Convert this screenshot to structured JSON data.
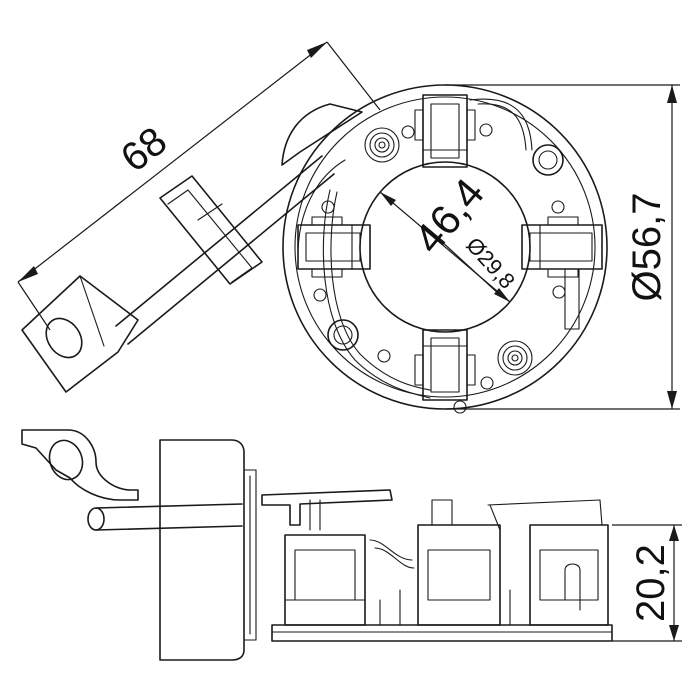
{
  "dimensions": {
    "lead_length": "68",
    "outer_diameter": "Ø56,7",
    "inner_diameter_large": "46,4",
    "inner_diameter_small": "Ø29,8",
    "height": "20,2"
  }
}
